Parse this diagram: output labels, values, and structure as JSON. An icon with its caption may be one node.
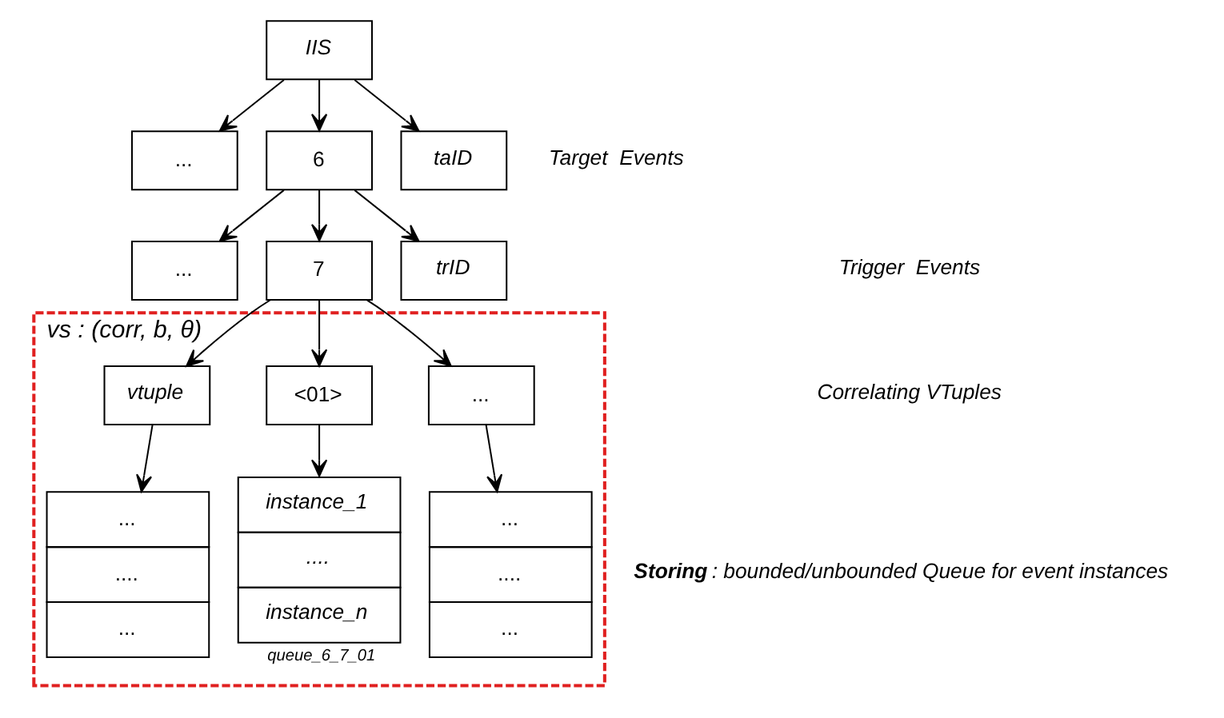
{
  "diagram": {
    "nodes": [
      {
        "text": [
          "IIS"
        ]
      },
      {
        "text": [
          "..."
        ]
      },
      {
        "text": [
          "6"
        ]
      },
      {
        "text": [
          "taID"
        ]
      },
      {
        "text": [
          "..."
        ]
      },
      {
        "text": [
          "7"
        ]
      },
      {
        "text": [
          "trID"
        ]
      },
      {
        "text": [
          "vs : (corr, b, θ)"
        ]
      },
      {
        "text": [
          "..."
        ],
        "in": 7
      },
      {
        "text": [
          "<01>"
        ],
        "in": 7
      },
      {
        "text": [
          "vtuple"
        ],
        "in": 7
      },
      {
        "text": [
          "...",
          "....",
          "..."
        ],
        "in": 7
      },
      {
        "text": [
          "instance_1",
          "....",
          "instance_n"
        ],
        "beside": [
          "queue_6_7_01"
        ],
        "in": 7
      },
      {
        "text": [
          "...",
          "....",
          "..."
        ],
        "in": 7
      }
    ],
    "edges": [
      {
        "from": 0,
        "to": 1,
        "arrow": "to"
      },
      {
        "from": 0,
        "to": 2,
        "arrow": "to"
      },
      {
        "from": 0,
        "to": 3,
        "arrow": "to"
      },
      {
        "from": 2,
        "to": 4,
        "arrow": "to"
      },
      {
        "from": 2,
        "to": 5,
        "arrow": "to"
      },
      {
        "from": 2,
        "to": 6,
        "arrow": "to"
      },
      {
        "from": 5,
        "to": 8,
        "arrow": "to"
      },
      {
        "from": 5,
        "to": 9,
        "arrow": "to"
      },
      {
        "from": 5,
        "to": 10,
        "arrow": "to"
      },
      {
        "from": 8,
        "to": 11,
        "arrow": "to"
      },
      {
        "from": 9,
        "to": 12,
        "arrow": "to"
      },
      {
        "from": 10,
        "to": 13,
        "arrow": "to"
      }
    ],
    "labels": [
      "Target  Events",
      "Trigger  Events",
      "Correlating VTuples",
      "**Storing** : bounded/unbounded Queue for event instances"
    ]
  }
}
